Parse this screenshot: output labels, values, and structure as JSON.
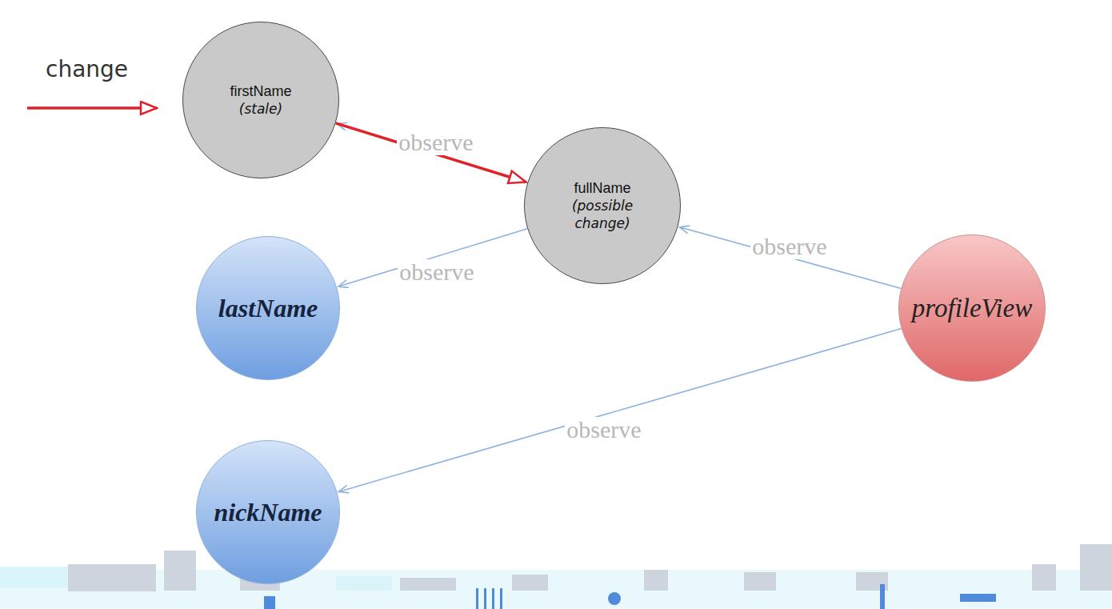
{
  "diagram": {
    "nodes": [
      {
        "text": [
          "firstName",
          "(stale)"
        ]
      },
      {
        "text": [
          "fullName",
          "(possible change)"
        ]
      },
      {
        "text": [
          "lastName"
        ]
      },
      {
        "text": [
          "profileView"
        ]
      },
      {
        "text": [
          "nickName"
        ]
      }
    ],
    "edges": [
      {
        "from": 1,
        "to": 0,
        "label": "observe",
        "arrow": "to"
      },
      {
        "from": 0,
        "to": 1,
        "arrow": "to"
      },
      {
        "from": 1,
        "to": 2,
        "label": "observe",
        "arrow": "to"
      },
      {
        "from": 3,
        "to": 1,
        "label": "observe",
        "arrow": "to"
      },
      {
        "from": 3,
        "to": 4,
        "label": "observe",
        "arrow": "to"
      }
    ],
    "labels": [
      "change"
    ]
  }
}
